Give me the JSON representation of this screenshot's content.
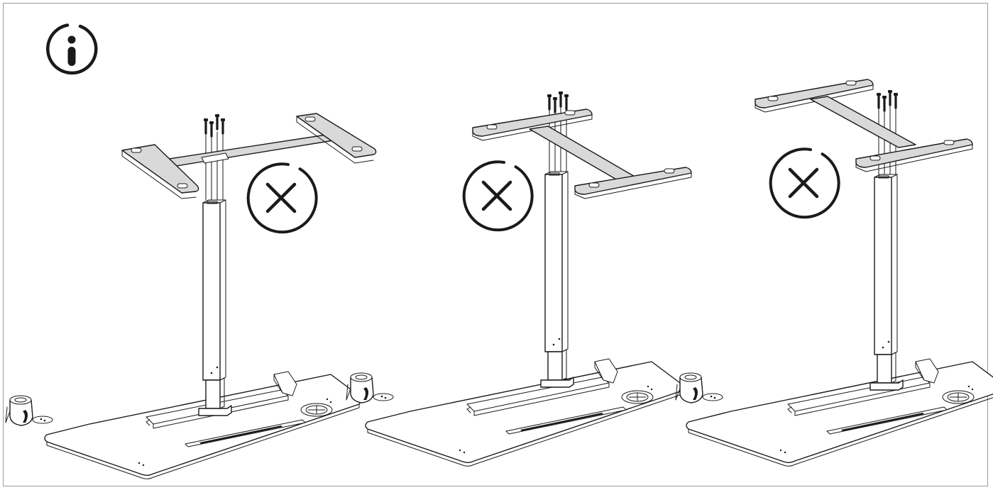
{
  "diagram": {
    "info_icon": "info-circle-icon",
    "warning_icon": "circled-x-icon",
    "panels": [
      {
        "status": "incorrect"
      },
      {
        "status": "incorrect"
      },
      {
        "status": "incorrect"
      }
    ],
    "colors": {
      "ink": "#1a1a1a",
      "frame": "#9a9a9a",
      "fill": "#d9d9d9"
    }
  }
}
